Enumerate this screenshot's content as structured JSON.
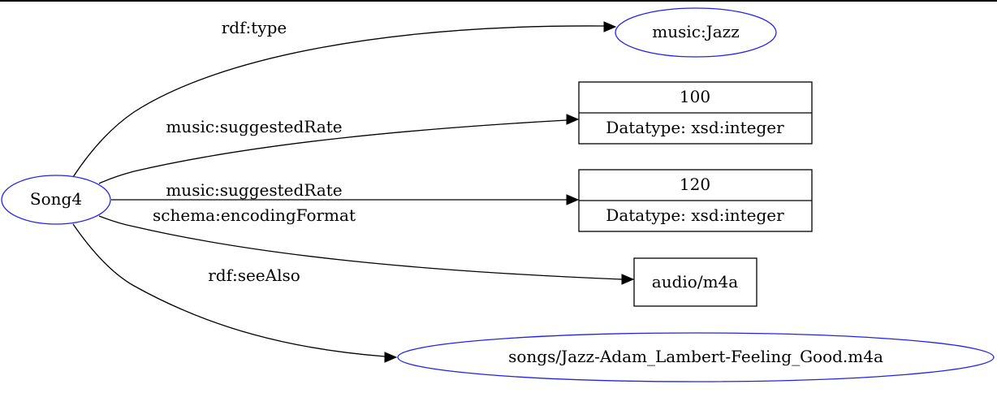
{
  "nodes": {
    "subject": "Song4",
    "type": "music:Jazz",
    "literal_100_value": "100",
    "literal_100_datatype": "Datatype: xsd:integer",
    "literal_120_value": "120",
    "literal_120_datatype": "Datatype: xsd:integer",
    "format_value": "audio/m4a",
    "see_also": "songs/Jazz-Adam_Lambert-Feeling_Good.m4a"
  },
  "edges": {
    "rdf_type": "rdf:type",
    "suggested_rate_1": "music:suggestedRate",
    "suggested_rate_2": "music:suggestedRate",
    "encoding_format": "schema:encodingFormat",
    "see_also": "rdf:seeAlso"
  },
  "colors": {
    "uri_node_stroke": "#2222ee",
    "literal_node_stroke": "#000000",
    "edge": "#000000"
  }
}
